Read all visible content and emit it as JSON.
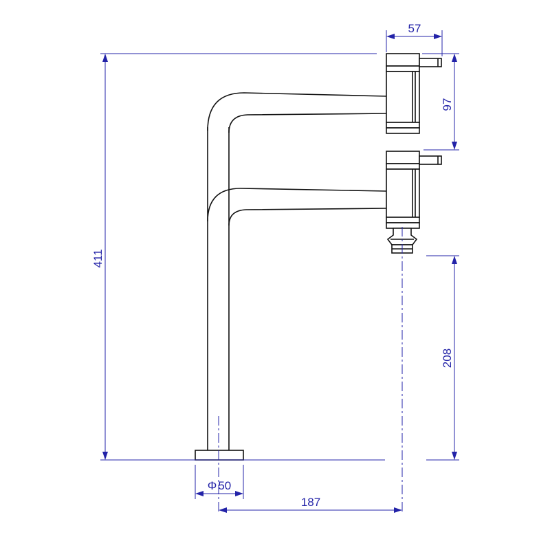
{
  "dimensions": {
    "total_height": "411",
    "lever_width": "57",
    "upper_spout_height": "97",
    "outlet_height": "208",
    "base_diameter": "50",
    "base_diameter_symbol": "Φ",
    "reach": "187"
  },
  "colors": {
    "dimension": "#2323a8",
    "outline": "#111111",
    "background": "#ffffff"
  }
}
